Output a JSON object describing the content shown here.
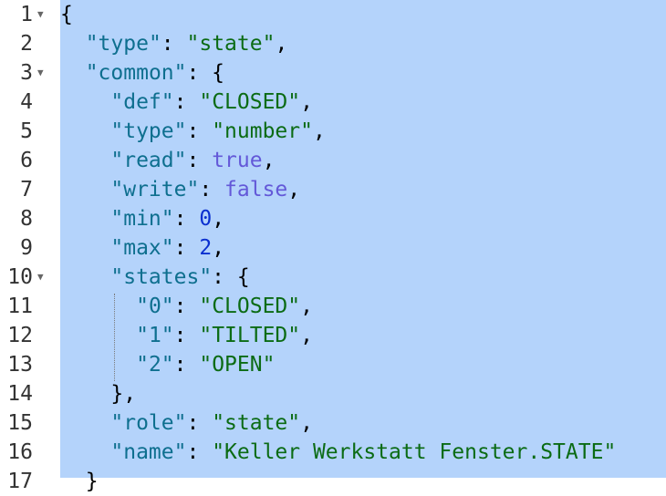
{
  "lines": [
    {
      "n": "1",
      "tokens": [
        {
          "t": "p",
          "v": "{"
        }
      ]
    },
    {
      "n": "2",
      "tokens": [
        {
          "t": "p",
          "v": "  "
        },
        {
          "t": "k",
          "v": "\"type\""
        },
        {
          "t": "p",
          "v": ": "
        },
        {
          "t": "s",
          "v": "\"state\""
        },
        {
          "t": "p",
          "v": ","
        }
      ]
    },
    {
      "n": "3",
      "tokens": [
        {
          "t": "p",
          "v": "  "
        },
        {
          "t": "k",
          "v": "\"common\""
        },
        {
          "t": "p",
          "v": ": {"
        }
      ]
    },
    {
      "n": "4",
      "tokens": [
        {
          "t": "p",
          "v": "    "
        },
        {
          "t": "k",
          "v": "\"def\""
        },
        {
          "t": "p",
          "v": ": "
        },
        {
          "t": "s",
          "v": "\"CLOSED\""
        },
        {
          "t": "p",
          "v": ","
        }
      ]
    },
    {
      "n": "5",
      "tokens": [
        {
          "t": "p",
          "v": "    "
        },
        {
          "t": "k",
          "v": "\"type\""
        },
        {
          "t": "p",
          "v": ": "
        },
        {
          "t": "s",
          "v": "\"number\""
        },
        {
          "t": "p",
          "v": ","
        }
      ]
    },
    {
      "n": "6",
      "tokens": [
        {
          "t": "p",
          "v": "    "
        },
        {
          "t": "k",
          "v": "\"read\""
        },
        {
          "t": "p",
          "v": ": "
        },
        {
          "t": "b",
          "v": "true"
        },
        {
          "t": "p",
          "v": ","
        }
      ]
    },
    {
      "n": "7",
      "tokens": [
        {
          "t": "p",
          "v": "    "
        },
        {
          "t": "k",
          "v": "\"write\""
        },
        {
          "t": "p",
          "v": ": "
        },
        {
          "t": "b",
          "v": "false"
        },
        {
          "t": "p",
          "v": ","
        }
      ]
    },
    {
      "n": "8",
      "tokens": [
        {
          "t": "p",
          "v": "    "
        },
        {
          "t": "k",
          "v": "\"min\""
        },
        {
          "t": "p",
          "v": ": "
        },
        {
          "t": "n",
          "v": "0"
        },
        {
          "t": "p",
          "v": ","
        }
      ]
    },
    {
      "n": "9",
      "tokens": [
        {
          "t": "p",
          "v": "    "
        },
        {
          "t": "k",
          "v": "\"max\""
        },
        {
          "t": "p",
          "v": ": "
        },
        {
          "t": "n",
          "v": "2"
        },
        {
          "t": "p",
          "v": ","
        }
      ]
    },
    {
      "n": "10",
      "tokens": [
        {
          "t": "p",
          "v": "    "
        },
        {
          "t": "k",
          "v": "\"states\""
        },
        {
          "t": "p",
          "v": ": {"
        }
      ]
    },
    {
      "n": "11",
      "tokens": [
        {
          "t": "p",
          "v": "      "
        },
        {
          "t": "k",
          "v": "\"0\""
        },
        {
          "t": "p",
          "v": ": "
        },
        {
          "t": "s",
          "v": "\"CLOSED\""
        },
        {
          "t": "p",
          "v": ","
        }
      ]
    },
    {
      "n": "12",
      "tokens": [
        {
          "t": "p",
          "v": "      "
        },
        {
          "t": "k",
          "v": "\"1\""
        },
        {
          "t": "p",
          "v": ": "
        },
        {
          "t": "s",
          "v": "\"TILTED\""
        },
        {
          "t": "p",
          "v": ","
        }
      ]
    },
    {
      "n": "13",
      "tokens": [
        {
          "t": "p",
          "v": "      "
        },
        {
          "t": "k",
          "v": "\"2\""
        },
        {
          "t": "p",
          "v": ": "
        },
        {
          "t": "s",
          "v": "\"OPEN\""
        }
      ]
    },
    {
      "n": "14",
      "tokens": [
        {
          "t": "p",
          "v": "    },"
        }
      ]
    },
    {
      "n": "15",
      "tokens": [
        {
          "t": "p",
          "v": "    "
        },
        {
          "t": "k",
          "v": "\"role\""
        },
        {
          "t": "p",
          "v": ": "
        },
        {
          "t": "s",
          "v": "\"state\""
        },
        {
          "t": "p",
          "v": ","
        }
      ]
    },
    {
      "n": "16",
      "tokens": [
        {
          "t": "p",
          "v": "    "
        },
        {
          "t": "k",
          "v": "\"name\""
        },
        {
          "t": "p",
          "v": ": "
        },
        {
          "t": "s",
          "v": "\"Keller Werkstatt Fenster.STATE\""
        }
      ]
    },
    {
      "n": "17",
      "tokens": [
        {
          "t": "p",
          "v": "  }"
        }
      ]
    }
  ],
  "fold_icon": "fold-caret-icon",
  "fold_lines": [
    "1",
    "3",
    "10"
  ],
  "colors": {
    "selection": "#b4d3fb",
    "key": "#0e6f8f",
    "string": "#0b6b14",
    "boolean": "#6358d8",
    "number": "#0a2fcf"
  }
}
